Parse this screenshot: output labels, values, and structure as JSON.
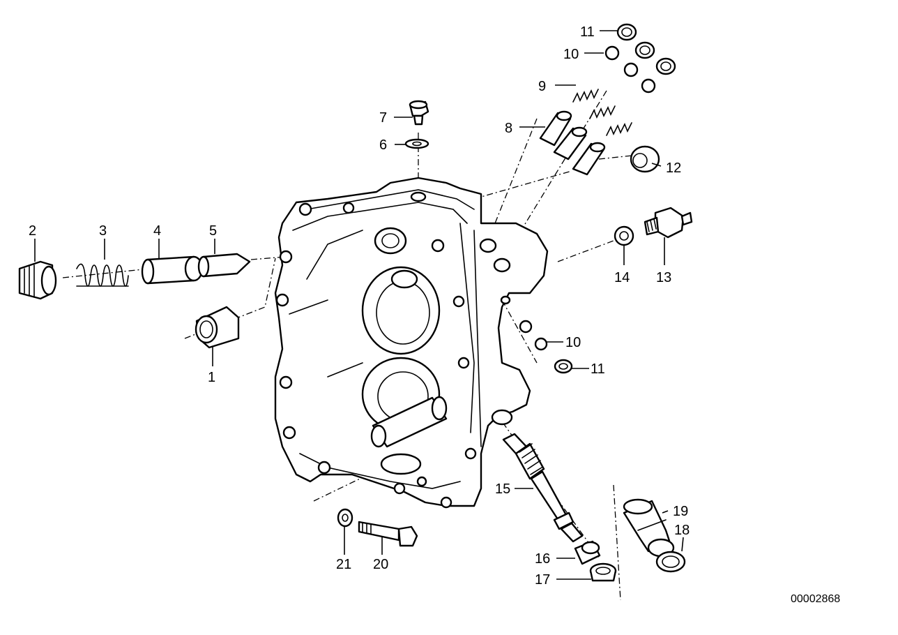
{
  "labels": {
    "l1": "1",
    "l2": "2",
    "l3": "3",
    "l4": "4",
    "l5": "5",
    "l6": "6",
    "l7": "7",
    "l8": "8",
    "l9": "9",
    "l10": "10",
    "l11": "11",
    "l12": "12",
    "l13": "13",
    "l14": "14",
    "l10b": "10",
    "l11b": "11",
    "l15": "15",
    "l16": "16",
    "l17": "17",
    "l18": "18",
    "l19": "19",
    "l20": "20",
    "l21": "21"
  },
  "reference_number": "00002868"
}
